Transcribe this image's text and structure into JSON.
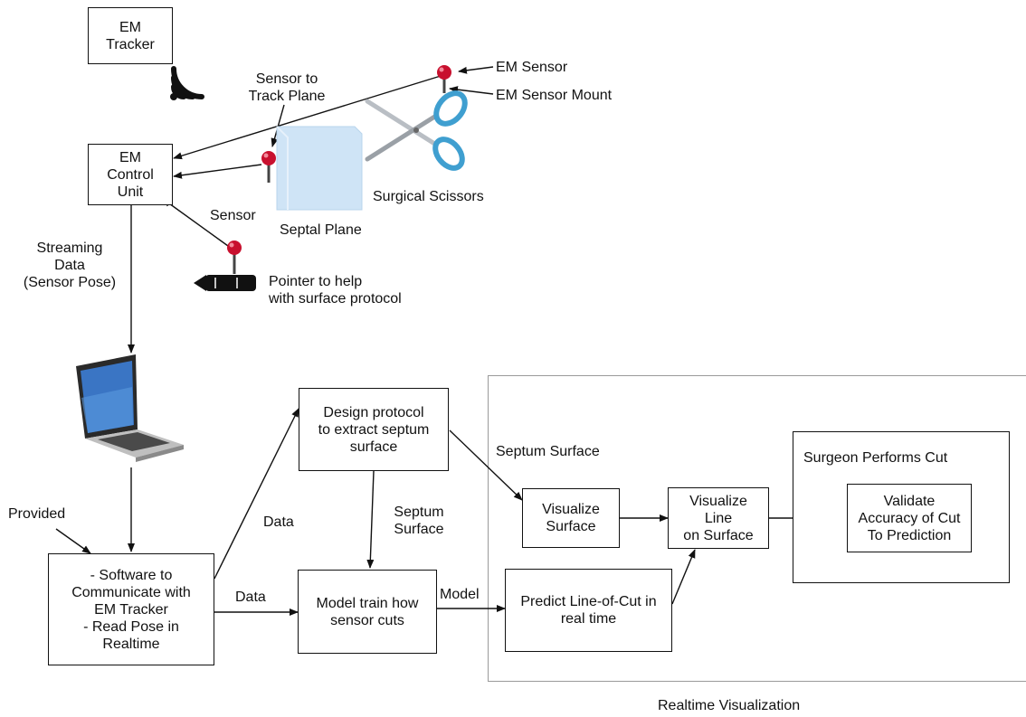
{
  "nodes": {
    "em_tracker": "EM\nTracker",
    "em_control_unit": "EM\nControl\nUnit",
    "software": "- Software to\nCommunicate with\nEM Tracker\n- Read Pose in\nRealtime",
    "design_protocol": "Design protocol\nto extract septum\nsurface",
    "model_train": "Model train how\nsensor cuts",
    "visualize_surface": "Visualize\nSurface",
    "visualize_line": "Visualize\nLine\non Surface",
    "predict": "Predict Line-of-Cut in\nreal time",
    "surgeon_container": "Surgeon Performs Cut",
    "validate": "Validate\nAccuracy of Cut\nTo Prediction"
  },
  "labels": {
    "em_sensor": "EM Sensor",
    "em_sensor_mount": "EM Sensor Mount",
    "sensor_to_track_plane": "Sensor to\nTrack Plane",
    "surgical_scissors": "Surgical Scissors",
    "septal_plane": "Septal Plane",
    "sensor": "Sensor",
    "pointer": "Pointer to help\nwith surface protocol",
    "streaming_data": "Streaming\nData\n(Sensor Pose)",
    "provided": "Provided",
    "data_upper": "Data",
    "data_lower": "Data",
    "septum_surface_right": "Septum Surface",
    "septum_surface_down": "Septum\nSurface",
    "model": "Model",
    "realtime_visualization": "Realtime Visualization"
  },
  "icons": [
    "wireless-signal-icon",
    "sensor-pin-icon",
    "septal-plane-icon",
    "scissors-icon",
    "pointer-tool-icon",
    "laptop-icon"
  ],
  "colors": {
    "stroke": "#111111",
    "sensor_red": "#c8102e",
    "scissors_blue": "#3f9fd0",
    "plane_blue": "#cfe4f6"
  }
}
